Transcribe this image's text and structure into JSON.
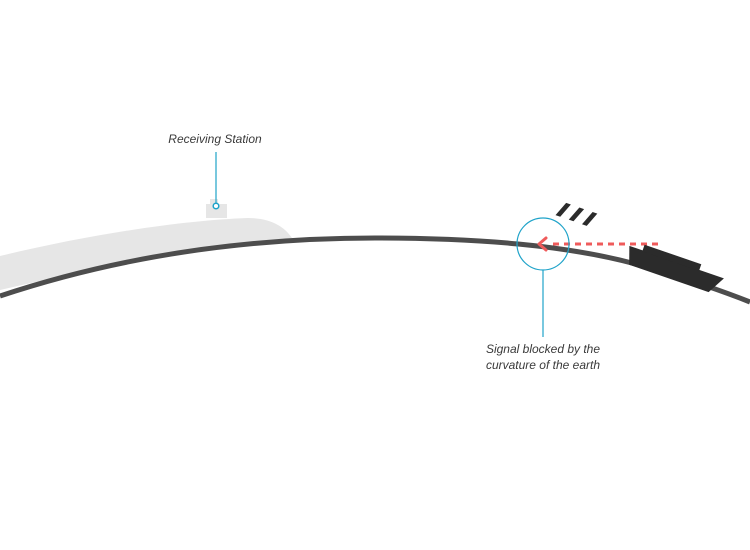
{
  "labels": {
    "receiving_station": "Receiving Station",
    "signal_blocked_line1": "Signal blocked by the",
    "signal_blocked_line2": "curvature of the earth"
  },
  "colors": {
    "earth_line": "#4d4d4d",
    "atmosphere_band": "#e6e6e6",
    "callout": "#1fa3c9",
    "signal": "#ef5b5b",
    "ship": "#2b2b2b",
    "label_text": "#3a3a3a"
  },
  "icons": {
    "station": "building-icon",
    "ship": "ship-icon",
    "signal_arrow": "arrow-left-icon"
  }
}
